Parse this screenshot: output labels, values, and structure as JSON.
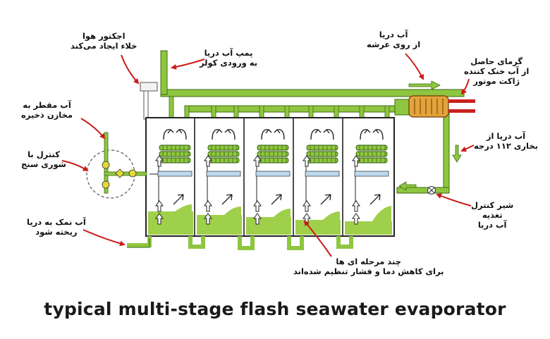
{
  "caption": "typical multi-stage flash seawater evaporator",
  "labels": {
    "ejector": [
      "اجکتور هوا",
      "خلاء ایجاد می‌کند"
    ],
    "pump": [
      "پمپ آب دریا",
      "به ورودی کولر"
    ],
    "seawater_intake": [
      "آب دریا",
      "از روی عرشه"
    ],
    "jacket_heat": [
      "گرمای حاصل",
      "از آب خنک کننده",
      "ژاکت موتور"
    ],
    "condensate": [
      "آب مقطر به",
      "مخازن ذخیره"
    ],
    "salinometer": [
      "کنترل با",
      "شوری سنج"
    ],
    "seawater_102": [
      "آب دریا از",
      "بخاری ۱۱۲ درجه"
    ],
    "feed_valve": [
      "شیر کنترل",
      "تغذیه",
      "آب دریا"
    ],
    "brine": [
      "آب نمک به دریا",
      "ریخته شود"
    ],
    "stages": [
      "چند مرحله ای ها",
      "برای کاهش دما و فشار تنظیم شده‌اند"
    ]
  },
  "colors": {
    "pipe": "#8fc63f",
    "pipe_outline": "#3d6b12",
    "liquid": "#9fd04a",
    "coil": "#8fc63f",
    "spray": "#bcd9ee",
    "arrow": "#cc1a1a",
    "heater": "#e4a33a",
    "outline": "#222222"
  },
  "icons": [
    "red-pointer-arrow",
    "flow-arrow",
    "cooler-heater-icon",
    "valve-icon",
    "ejector-icon"
  ]
}
